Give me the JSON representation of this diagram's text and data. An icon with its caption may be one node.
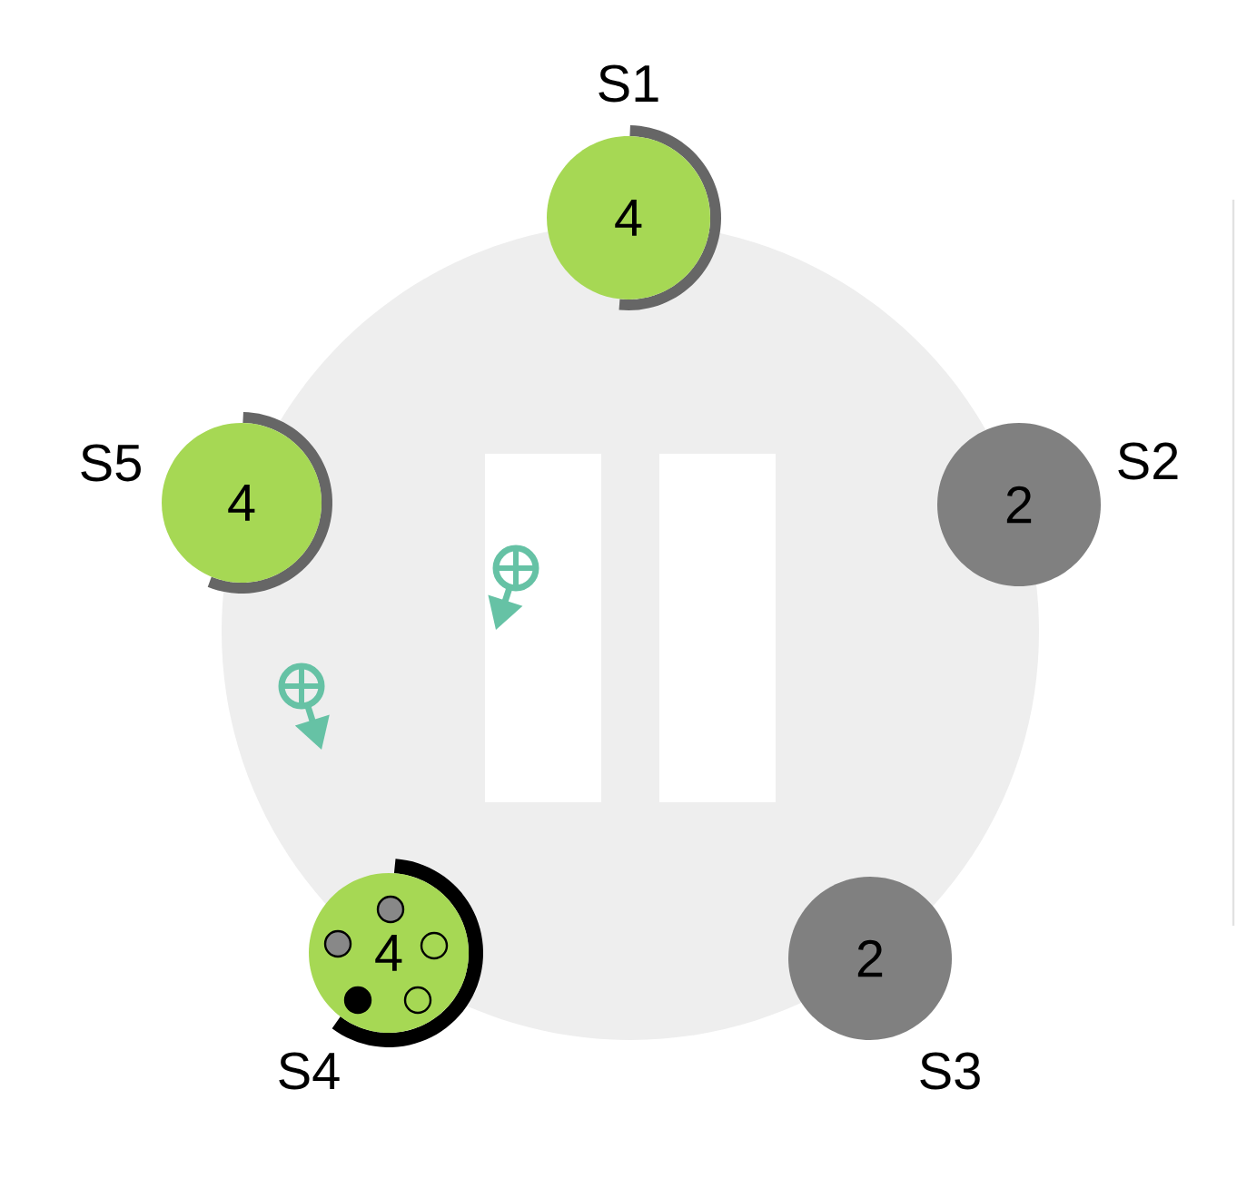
{
  "diagram": {
    "nodes": [
      {
        "text": [
          "4"
        ],
        "beside": [
          "S1"
        ]
      },
      {
        "text": [
          "4"
        ],
        "beside": [
          "S5"
        ]
      },
      {
        "text": [
          "2"
        ],
        "beside": [
          "S2"
        ]
      },
      {
        "text": [
          "4"
        ],
        "beside": [
          "S4"
        ]
      },
      {
        "text": [
          "2"
        ],
        "beside": [
          "S3"
        ]
      }
    ]
  }
}
